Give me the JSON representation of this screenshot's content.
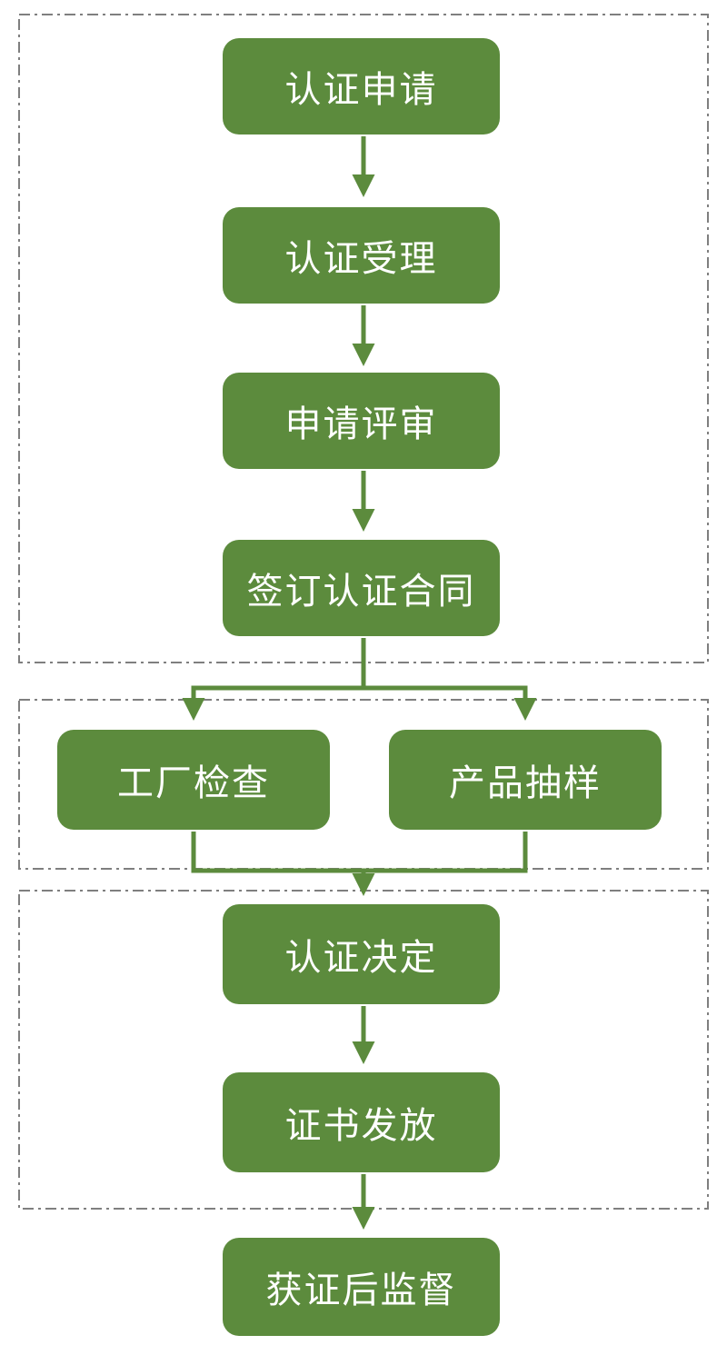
{
  "flowchart": {
    "nodes": [
      {
        "id": "apply",
        "label": "认证申请"
      },
      {
        "id": "accept",
        "label": "认证受理"
      },
      {
        "id": "review",
        "label": "申请评审"
      },
      {
        "id": "contract",
        "label": "签订认证合同"
      },
      {
        "id": "factory-inspection",
        "label": "工厂检查"
      },
      {
        "id": "product-sampling",
        "label": "产品抽样"
      },
      {
        "id": "decision",
        "label": "认证决定"
      },
      {
        "id": "certificate-issue",
        "label": "证书发放"
      },
      {
        "id": "post-cert-supervision",
        "label": "获证后监督"
      }
    ],
    "edges": [
      {
        "from": "apply",
        "to": "accept"
      },
      {
        "from": "accept",
        "to": "review"
      },
      {
        "from": "review",
        "to": "contract"
      },
      {
        "from": "contract",
        "to": "factory-inspection"
      },
      {
        "from": "contract",
        "to": "product-sampling"
      },
      {
        "from": "factory-inspection",
        "to": "decision"
      },
      {
        "from": "product-sampling",
        "to": "decision"
      },
      {
        "from": "decision",
        "to": "certificate-issue"
      },
      {
        "from": "certificate-issue",
        "to": "post-cert-supervision"
      }
    ],
    "groups": [
      {
        "id": "group-application-phase",
        "members": [
          "apply",
          "accept",
          "review",
          "contract"
        ]
      },
      {
        "id": "group-inspection-phase",
        "members": [
          "factory-inspection",
          "product-sampling"
        ]
      },
      {
        "id": "group-decision-phase",
        "members": [
          "decision",
          "certificate-issue"
        ]
      }
    ],
    "colors": {
      "node_fill": "#5c8b3d",
      "node_text": "#ffffff",
      "arrow": "#5c8b3d",
      "group_border": "#7f7f7f",
      "background": "#ffffff"
    }
  }
}
